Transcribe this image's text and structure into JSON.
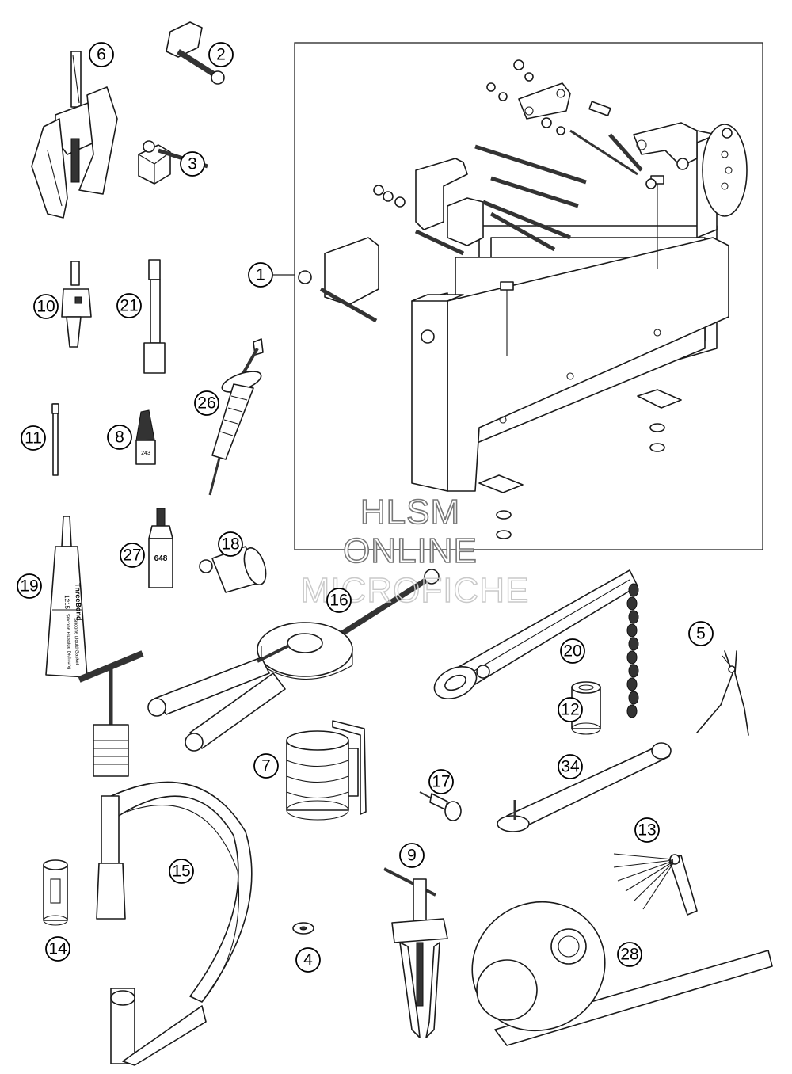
{
  "callouts": {
    "c1": "1",
    "c2": "2",
    "c3": "3",
    "c4": "4",
    "c5": "5",
    "c6": "6",
    "c7": "7",
    "c8": "8",
    "c9": "9",
    "c10": "10",
    "c11": "11",
    "c12": "12",
    "c13": "13",
    "c14": "14",
    "c15": "15",
    "c16": "16",
    "c17": "17",
    "c18": "18",
    "c19": "19",
    "c20": "20",
    "c21": "21",
    "c26": "26",
    "c27": "27",
    "c28": "28",
    "c34": "34"
  },
  "watermark": {
    "line1": "HLSM",
    "line2": "ONLINE",
    "line3": "MICROFICHE"
  },
  "labels": {
    "tube_brand": "ThreeBond",
    "tube_code": "1215",
    "tube_text_a": "Silicone Liquid Gasket",
    "tube_text_b": "Silicone Flussige Dichtung",
    "bottle_code": "648",
    "sealant_code": "243"
  }
}
